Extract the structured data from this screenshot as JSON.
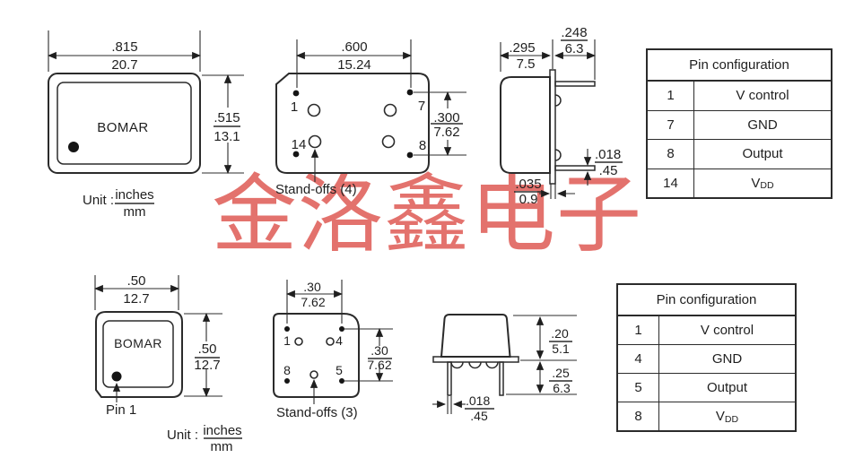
{
  "watermark": {
    "text": "金洛鑫电子",
    "color": "#e3726d"
  },
  "unit_label": {
    "prefix": "Unit :",
    "numerator": "inches",
    "denominator": "mm"
  },
  "top_model": {
    "front_view": {
      "brand": "BOMAR",
      "width_in": ".815",
      "width_mm": "20.7",
      "height_in": ".515",
      "height_mm": "13.1"
    },
    "bottom_view": {
      "pitch_width_in": ".600",
      "pitch_width_mm": "15.24",
      "pitch_height_in": ".300",
      "pitch_height_mm": "7.62",
      "pin_top_left": "1",
      "pin_top_right": "7",
      "pin_bottom_left": "14",
      "pin_bottom_right": "8",
      "standoffs_label": "Stand-offs (4)"
    },
    "side_view": {
      "body_width_in": ".295",
      "body_width_mm": "7.5",
      "lead_length_in": ".248",
      "lead_length_mm": "6.3",
      "lead_thickness_in": ".018",
      "lead_thickness_mm": ".45",
      "base_thickness_in": ".035",
      "base_thickness_mm": "0.9"
    },
    "pin_table": {
      "title": "Pin configuration",
      "rows": [
        {
          "pin": "1",
          "function": "V control"
        },
        {
          "pin": "7",
          "function": "GND"
        },
        {
          "pin": "8",
          "function": "Output"
        },
        {
          "pin": "14",
          "function": "V",
          "function_sub": "DD"
        }
      ]
    }
  },
  "bottom_model": {
    "front_view": {
      "brand": "BOMAR",
      "width_in": ".50",
      "width_mm": "12.7",
      "height_in": ".50",
      "height_mm": "12.7",
      "pin1_label": "Pin 1"
    },
    "bottom_view": {
      "pitch_width_in": ".30",
      "pitch_width_mm": "7.62",
      "pitch_height_in": ".30",
      "pitch_height_mm": "7.62",
      "pin_top_left": "1",
      "pin_top_right": "4",
      "pin_bottom_left": "8",
      "pin_bottom_right": "5",
      "standoffs_label": "Stand-offs (3)"
    },
    "side_view": {
      "body_height_in": ".20",
      "body_height_mm": "5.1",
      "lead_length_in": ".25",
      "lead_length_mm": "6.3",
      "lead_thickness_in": ".018",
      "lead_thickness_mm": ".45"
    },
    "pin_table": {
      "title": "Pin configuration",
      "rows": [
        {
          "pin": "1",
          "function": "V control"
        },
        {
          "pin": "4",
          "function": "GND"
        },
        {
          "pin": "5",
          "function": "Output"
        },
        {
          "pin": "8",
          "function": "V",
          "function_sub": "DD"
        }
      ]
    }
  }
}
